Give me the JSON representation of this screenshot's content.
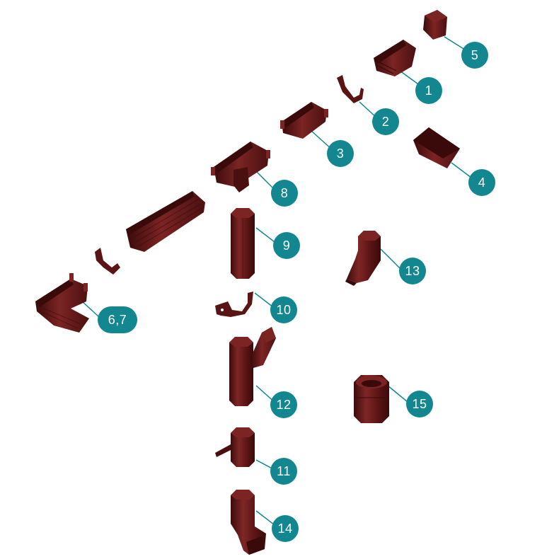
{
  "colors": {
    "part": "#5a1414",
    "part_light": "#7c2424",
    "part_dark": "#3a0a0a",
    "badge": "#12878f",
    "leader": "#12878f",
    "background": "#ffffff"
  },
  "labels": [
    {
      "id": "b1",
      "text": "1"
    },
    {
      "id": "b2",
      "text": "2"
    },
    {
      "id": "b3",
      "text": "3"
    },
    {
      "id": "b4",
      "text": "4"
    },
    {
      "id": "b5",
      "text": "5"
    },
    {
      "id": "b67",
      "text": "6,7"
    },
    {
      "id": "b8",
      "text": "8"
    },
    {
      "id": "b9",
      "text": "9"
    },
    {
      "id": "b10",
      "text": "10"
    },
    {
      "id": "b11",
      "text": "11"
    },
    {
      "id": "b12",
      "text": "12"
    },
    {
      "id": "b13",
      "text": "13"
    },
    {
      "id": "b14",
      "text": "14"
    },
    {
      "id": "b15",
      "text": "15"
    }
  ]
}
